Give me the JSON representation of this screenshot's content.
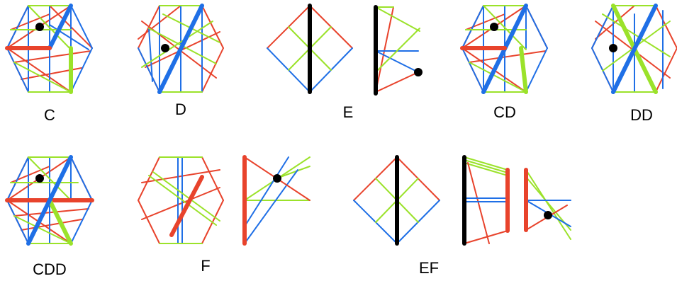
{
  "colors": {
    "red": "#e8432c",
    "blue": "#1f6fe6",
    "green": "#9be22a",
    "black": "#000000"
  },
  "labels": {
    "c": "C",
    "d": "D",
    "e": "E",
    "cd": "CD",
    "dd": "DD",
    "cdd": "CDD",
    "f": "F",
    "ef": "EF"
  }
}
